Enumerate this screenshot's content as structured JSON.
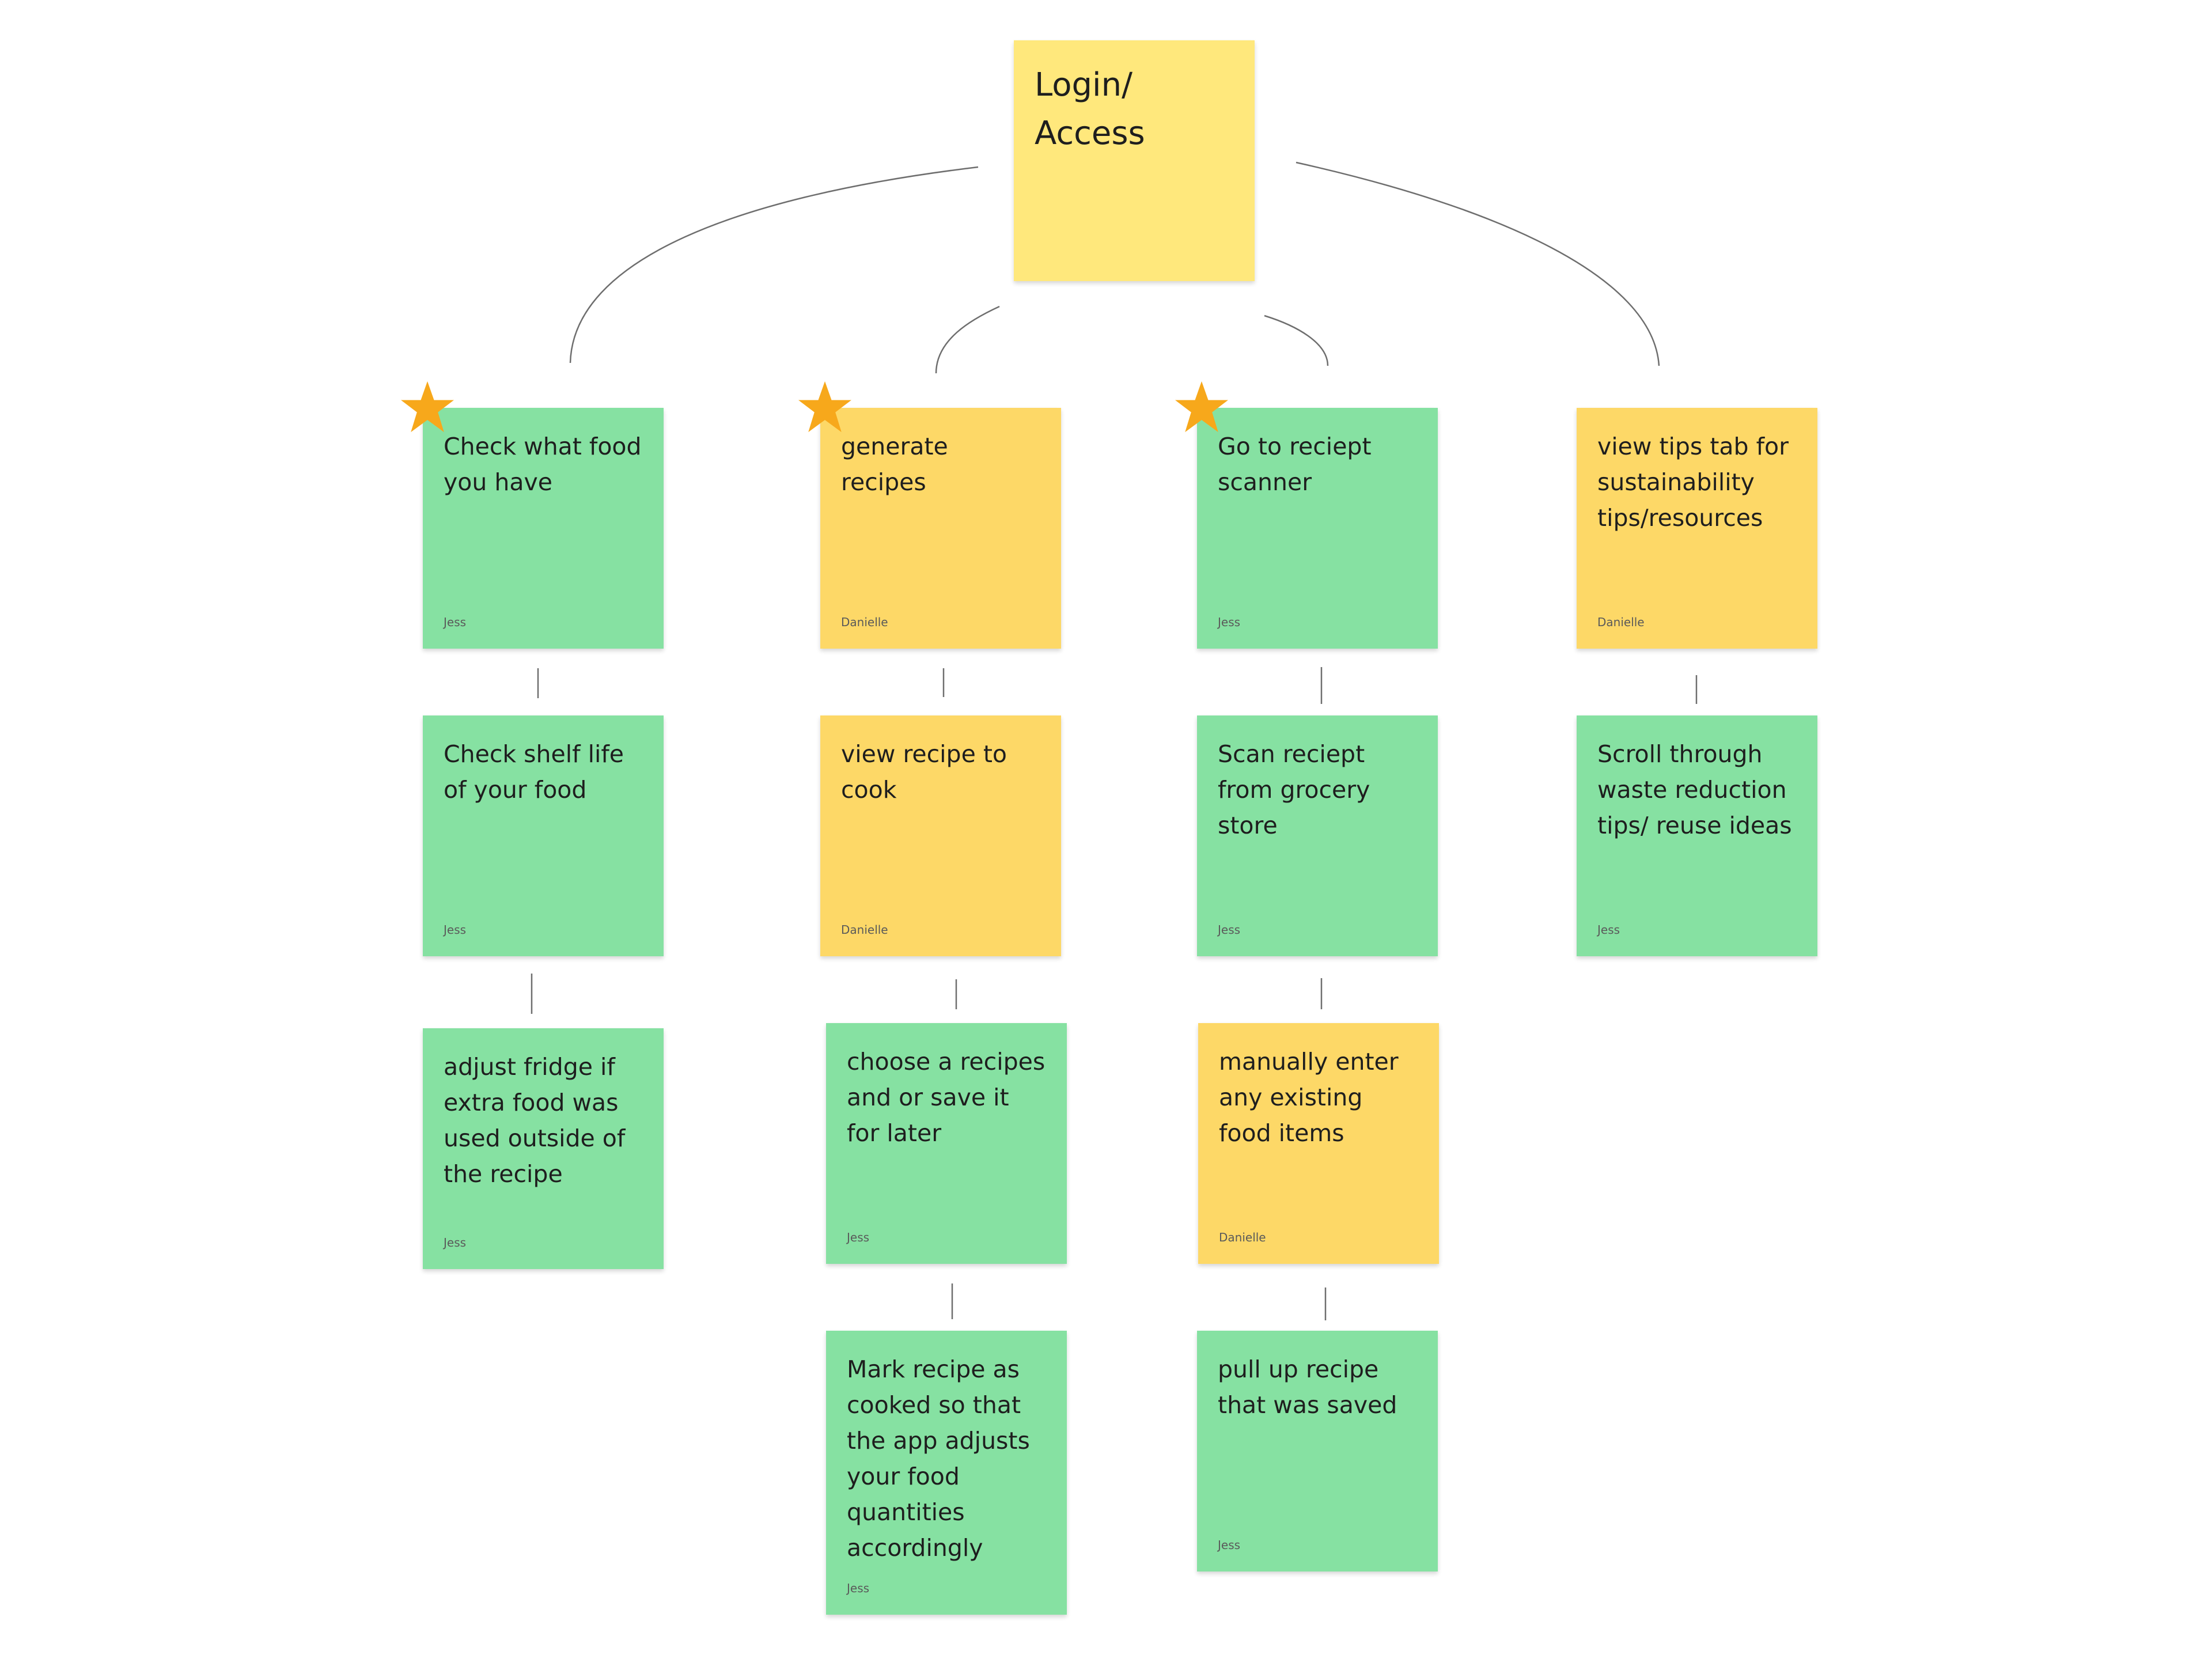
{
  "diagram": {
    "root": {
      "text": "Login/ Access",
      "color": "yellow"
    },
    "branches": [
      {
        "starred": true,
        "notes": [
          {
            "text": "Check what food you have",
            "author": "Jess",
            "color": "green"
          },
          {
            "text": "Check shelf life of your food",
            "author": "Jess",
            "color": "green"
          },
          {
            "text": "adjust fridge if extra food was used outside of the recipe",
            "author": "Jess",
            "color": "green"
          }
        ]
      },
      {
        "starred": true,
        "notes": [
          {
            "text": "generate recipes",
            "author": "Danielle",
            "color": "orange"
          },
          {
            "text": "view recipe to cook",
            "author": "Danielle",
            "color": "orange"
          },
          {
            "text": "choose a recipes and or save it for later",
            "author": "Jess",
            "color": "green"
          },
          {
            "text": "Mark recipe as cooked so that the app adjusts your food quantities accordingly",
            "author": "Jess",
            "color": "green"
          }
        ]
      },
      {
        "starred": true,
        "notes": [
          {
            "text": "Go to reciept scanner",
            "author": "Jess",
            "color": "green"
          },
          {
            "text": "Scan reciept from grocery store",
            "author": "Jess",
            "color": "green"
          },
          {
            "text": "manually enter any existing food items",
            "author": "Danielle",
            "color": "orange"
          },
          {
            "text": "pull up recipe that was saved",
            "author": "Jess",
            "color": "green"
          }
        ]
      },
      {
        "starred": false,
        "notes": [
          {
            "text": "view tips tab for sustainability tips/resources",
            "author": "Danielle",
            "color": "orange"
          },
          {
            "text": "Scroll through waste reduction tips/ reuse ideas",
            "author": "Jess",
            "color": "green"
          }
        ]
      }
    ],
    "colors": {
      "green": "#86e1a2",
      "orange": "#fdd867",
      "yellow": "#ffe87c",
      "star": "#f7a81b",
      "connector": "#6e6e6e"
    }
  }
}
